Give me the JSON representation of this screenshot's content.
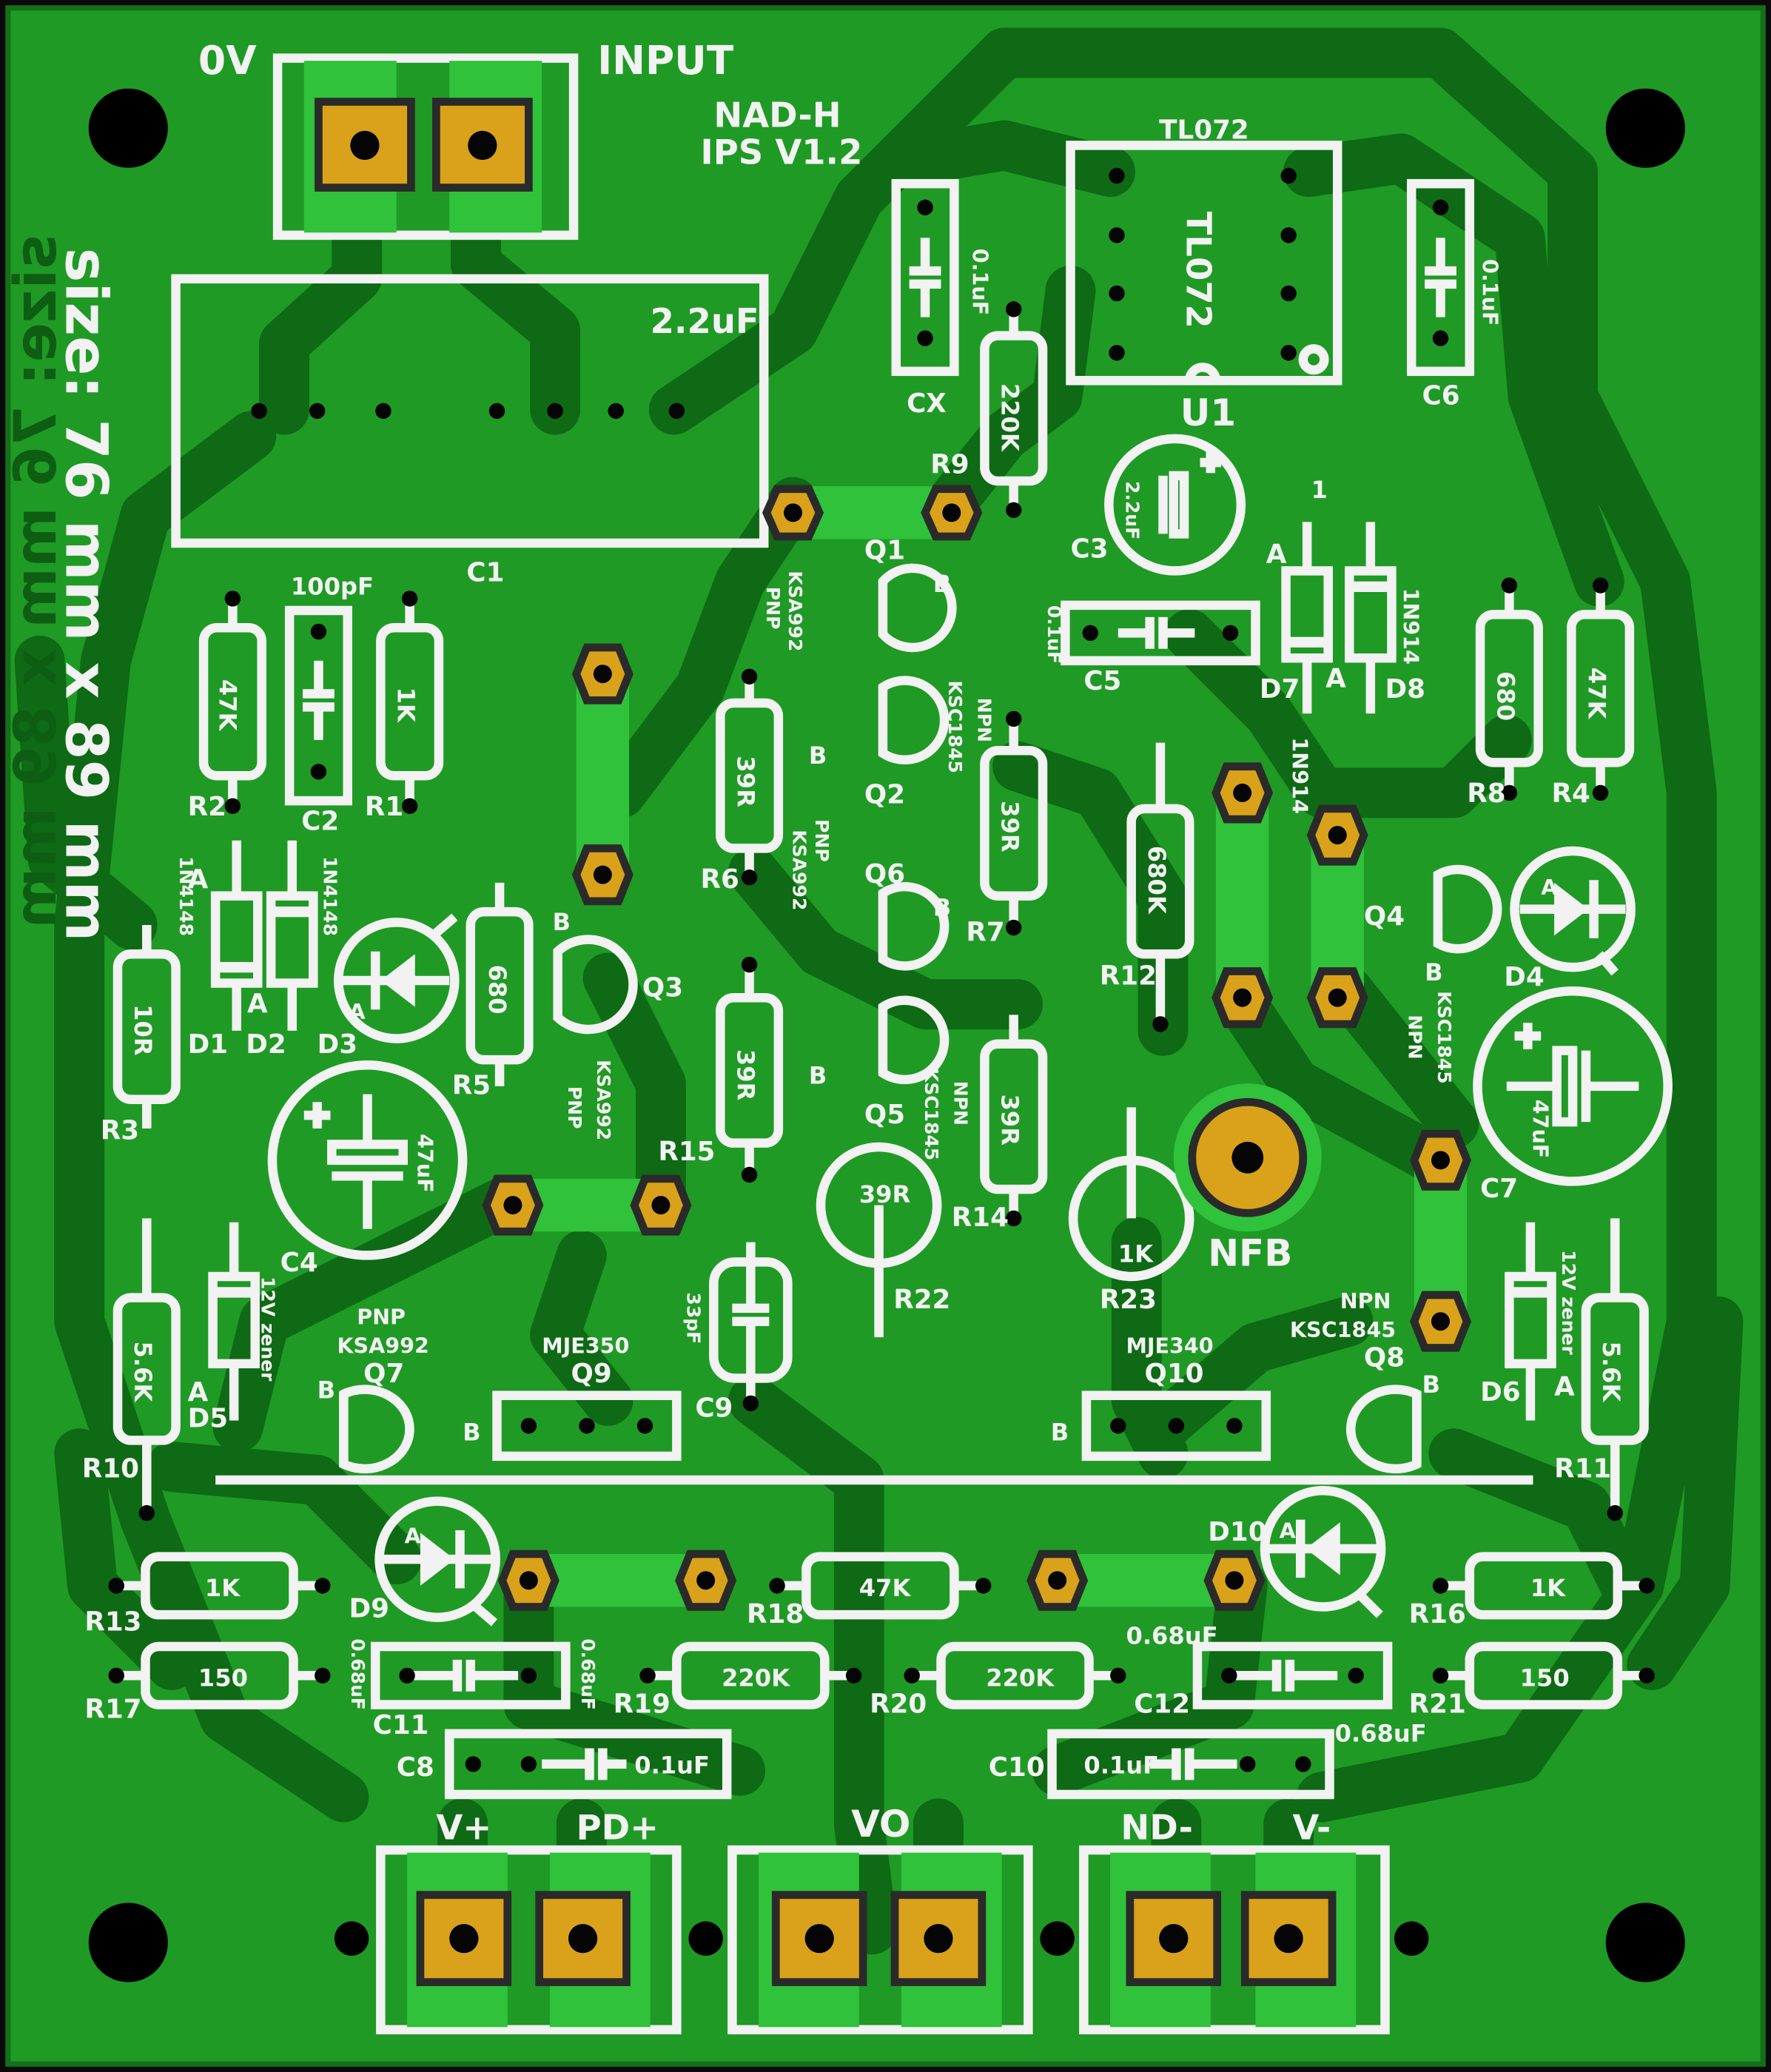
{
  "board": {
    "title_line1": "NAD-H",
    "title_line2": "IPS V1.2",
    "size_note": "size: 76 mm x 89 mm",
    "colors": {
      "board": "#1f9a25",
      "trace": "#0e6a14",
      "silk": "#f2f2f2",
      "pad": "#d9a21a"
    }
  },
  "connectors": {
    "input": {
      "left": "0V",
      "right": "INPUT"
    },
    "bottom": [
      "V+",
      "PD+",
      "VO",
      "ND-",
      "V-"
    ]
  },
  "labels": {
    "U1": "U1",
    "TL072_top": "TL072",
    "TL072_body": "TL072",
    "C1": "C1",
    "C1_value": "2.2uF",
    "CX": "CX",
    "CX_value": "0.1uF",
    "C6": "C6",
    "C6_value": "0.1uF",
    "R9": "R9",
    "R9_value": "220K",
    "C3": "C3",
    "C3_value": "2.2uF",
    "C5": "C5",
    "C5_value": "0.1uF",
    "pin1": "1",
    "D7": "D7",
    "D8": "D8",
    "D8_value": "1N914",
    "D7_A": "A",
    "D8_A": "A",
    "Q1": "Q1",
    "Q1_type": "PNP",
    "Q1_part": "KSA992",
    "Q1_B": "B",
    "Q2": "Q2",
    "Q2_type": "NPN",
    "Q2_part": "KSC1845",
    "Q2_B": "B",
    "R6": "R6",
    "R6_value": "39R",
    "R7": "R7",
    "R7_value": "39R",
    "R2": "R2",
    "R2_value": "47K",
    "C2": "C2",
    "C2_value": "100pF",
    "R1": "R1",
    "R1_value": "1K",
    "R8": "R8",
    "R8_value": "680",
    "R4": "R4",
    "R4_value": "47K",
    "R12": "R12",
    "R12_value": "680K",
    "D_1N914": "1N914",
    "Q6": "Q6",
    "Q6_type": "PNP",
    "Q6_part": "KSA992",
    "Q6_B": "B",
    "Q5": "Q5",
    "Q5_type": "NPN",
    "Q5_part": "KSC1845",
    "Q5_B": "B",
    "Q4": "Q4",
    "Q4_type": "NPN",
    "Q4_part": "KSC1845",
    "Q4_B": "B",
    "D4": "D4",
    "C7": "C7",
    "C7_value": "47uF",
    "D1": "D1",
    "D1_value": "1N4148",
    "D1_A": "A",
    "D2": "D2",
    "D2_value": "1N4148",
    "D2_A": "A",
    "D3": "D3",
    "R3": "R3",
    "R3_value": "10R",
    "R5": "R5",
    "R5_value": "680",
    "Q3": "Q3",
    "Q3_type": "PNP",
    "Q3_part": "KSA992",
    "Q3_B": "B",
    "R15": "R15",
    "R15_value": "39R",
    "R14": "R14",
    "R14_value": "39R",
    "R22": "R22",
    "R22_value": "39R",
    "R23": "R23",
    "R23_value": "1K",
    "NFB": "NFB",
    "C4": "C4",
    "C4_value": "47uF",
    "C9": "C9",
    "C9_value": "33pF",
    "R10": "R10",
    "R10_value": "5.6K",
    "R11": "R11",
    "R11_value": "5.6K",
    "D5": "D5",
    "D5_value": "12V zener",
    "D5_A": "A",
    "D6": "D6",
    "D6_value": "12V zener",
    "D6_A": "A",
    "Q7": "Q7",
    "Q7_type": "PNP",
    "Q7_part": "KSA992",
    "Q7_B": "B",
    "Q9": "Q9",
    "Q9_part": "MJE350",
    "Q9_B": "B",
    "Q10": "Q10",
    "Q10_part": "MJE340",
    "Q10_B": "B",
    "Q8": "Q8",
    "Q8_type": "NPN",
    "Q8_part": "KSC1845",
    "Q8_B": "B",
    "D9": "D9",
    "D10": "D10",
    "R13": "R13",
    "R13_value": "1K",
    "R18": "R18",
    "R18_value": "47K",
    "R16": "R16",
    "R16_value": "1K",
    "R17": "R17",
    "R17_value": "150",
    "R21": "R21",
    "R21_value": "150",
    "C11": "C11",
    "C11_value": "0.68uF",
    "C11_value_b": "0.68uF",
    "R19": "R19",
    "R19_value": "220K",
    "R20": "R20",
    "R20_value": "220K",
    "C12": "C12",
    "C12_value": "0.68uF",
    "C12_value_b": "0.68uF",
    "C8": "C8",
    "C8_value": "0.1uF",
    "C10": "C10",
    "C10_value": "0.1uF"
  }
}
